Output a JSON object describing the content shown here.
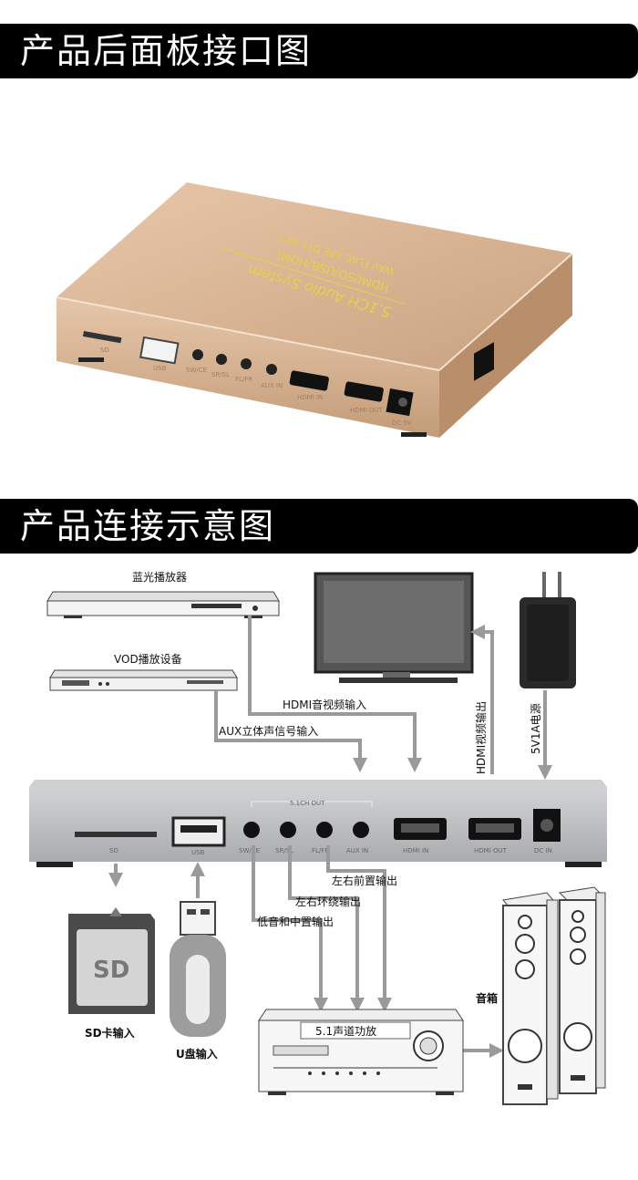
{
  "section1": {
    "title": "产品后面板接口图"
  },
  "section2": {
    "title": "产品连接示意图"
  },
  "device_top": {
    "lid_text": [
      "5.1CH Audio System",
      "HDMI/SD/USB/HDMI",
      "WAV FLAC APE DTS AC3..."
    ],
    "ports": [
      "SD",
      "USB",
      "SW/CE",
      "SR/SL",
      "FL/FR",
      "AUX IN",
      "HDMI IN",
      "HDMI OUT",
      "DC 5V"
    ]
  },
  "diagram": {
    "bluray": "蓝光播放器",
    "vod": "VOD播放设备",
    "hdmi_in": "HDMI音视频输入",
    "aux_in": "AUX立体声信号输入",
    "hdmi_out": "HDMI视频输出",
    "power": "5V1A电源",
    "front_out": "左右前置输出",
    "surround_out": "左右环绕输出",
    "center_sub_out": "低音和中置输出",
    "amp": "5.1声道功放",
    "speaker": "音箱",
    "sd_in": "SD卡输入",
    "usb_in": "U盘输入",
    "sd_card": "SD",
    "panel_group": "5.1CH OUT",
    "panel_ports": [
      "SD",
      "USB",
      "SW/CE",
      "SR/SL",
      "FL/FR",
      "AUX IN",
      "HDMI IN",
      "HDMI OUT",
      "DC IN"
    ]
  },
  "colors": {
    "banner_bg": "#000000",
    "device_gold": "#d9b596",
    "device_silver": "#b7b9bc",
    "arrow_gray": "#9a9a9a"
  }
}
